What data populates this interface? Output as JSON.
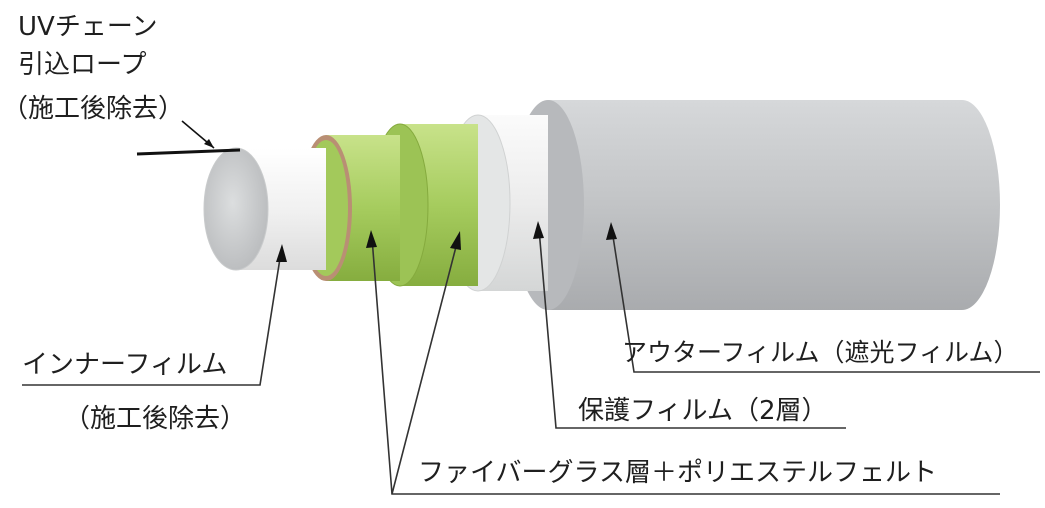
{
  "labels": {
    "uv_rope_line1": "UVチェーン",
    "uv_rope_line2": "引込ロープ",
    "uv_rope_line3": "（施工後除去）",
    "inner_film": "インナーフィルム",
    "inner_film_note": "（施工後除去）",
    "outer_film": "アウターフィルム（遮光フィルム）",
    "protective_film": "保護フィルム（2層）",
    "fiberglass_layer": "ファイバーグラス層＋ポリエステルフェルト"
  },
  "colors": {
    "outer_film": "#c2c4c6",
    "protective_film": "#eceeee",
    "fiberglass": "#a9cf63",
    "inner_film": "#f3f3f3",
    "core_end": "#cfd1d3",
    "rope": "#111111",
    "leader": "#333333"
  }
}
